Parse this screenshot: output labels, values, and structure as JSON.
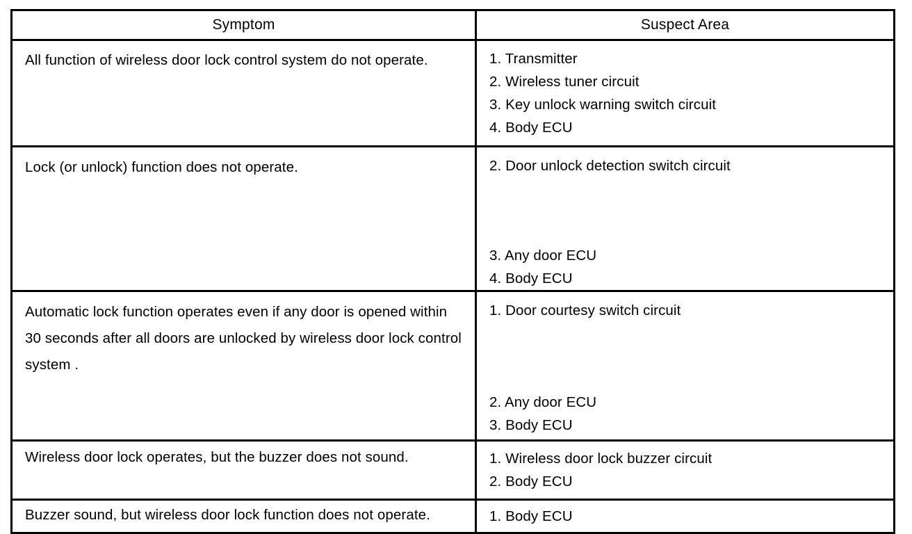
{
  "table": {
    "columns": [
      {
        "id": "symptom",
        "label": "Symptom"
      },
      {
        "id": "suspect_area",
        "label": "Suspect Area"
      }
    ],
    "rows": [
      {
        "symptom": "All function of wireless door lock control system do not operate.",
        "suspect_area": [
          "1. Transmitter",
          "2. Wireless tuner circuit",
          "3. Key unlock warning switch circuit",
          "4. Body ECU"
        ]
      },
      {
        "symptom": "Lock (or unlock) function does not operate.",
        "suspect_area": [
          "2. Door unlock detection switch circuit",
          "3. Any door ECU",
          "4. Body ECU"
        ]
      },
      {
        "symptom": "Automatic lock function operates even if any door is opened within 30 seconds after all doors are unlocked by wireless door lock control system .",
        "suspect_area": [
          "1. Door courtesy switch circuit",
          "2. Any door ECU",
          "3. Body ECU"
        ]
      },
      {
        "symptom": "Wireless door lock operates, but the buzzer does not sound.",
        "suspect_area": [
          "1. Wireless door lock buzzer circuit",
          "2. Body ECU"
        ]
      },
      {
        "symptom": "Buzzer sound, but wireless door lock function does not operate.",
        "suspect_area": [
          "1. Body ECU"
        ]
      }
    ]
  },
  "colors": {
    "border": "#000000",
    "text": "#000000",
    "background": "#ffffff"
  }
}
